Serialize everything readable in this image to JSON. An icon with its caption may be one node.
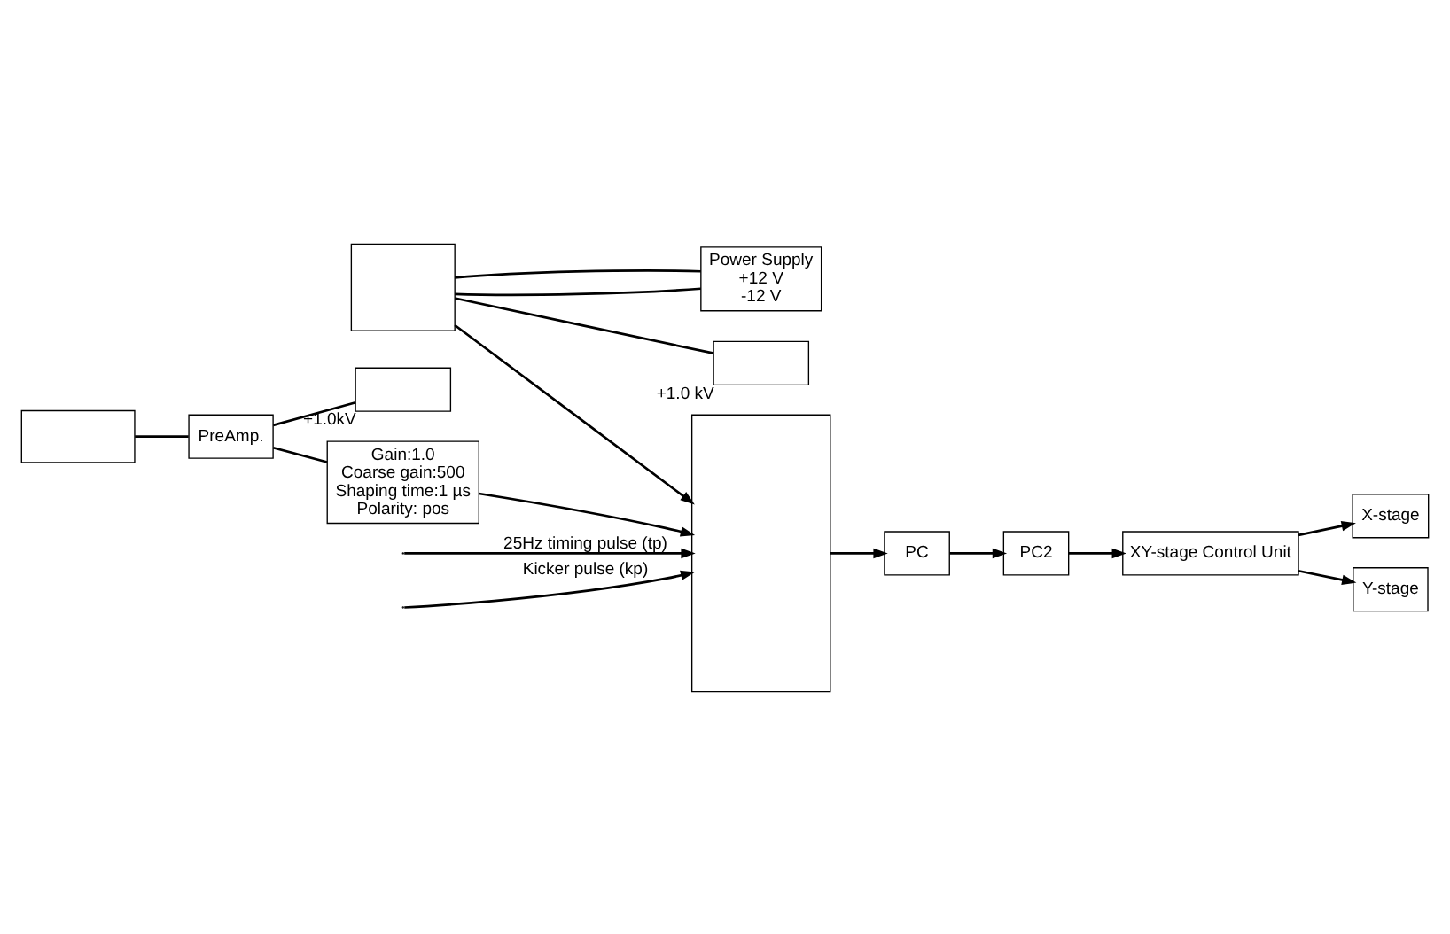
{
  "diagram": {
    "nodes": [
      {
        "text": [
          "X-stage"
        ]
      },
      {
        "text": [
          "Y-stage"
        ]
      },
      {
        "text": [
          "XY-stage Control Unit"
        ]
      },
      {
        "text": [
          "PC2"
        ]
      },
      {
        "text": [
          "PC"
        ]
      },
      {
        "text": [],
        "shape": "box"
      },
      {
        "text": [],
        "shape": "box"
      },
      {
        "text": [
          "Power Supply",
          "+12 V",
          "-12 V"
        ]
      },
      {
        "text": [],
        "shape": "box",
        "beside": [
          "+1.0 kV"
        ]
      },
      {
        "text": [],
        "shape": "box",
        "beside": [
          "+1.0kV"
        ]
      },
      {
        "text": [
          "Gain:1.0",
          "Coarse gain:500",
          "Shaping time:1 µs",
          "Polarity: pos"
        ]
      },
      {
        "text": [],
        "shape": "box"
      },
      {
        "text": [
          "PreAmp."
        ]
      }
    ],
    "edges": [
      {
        "from": 2,
        "to": 0,
        "arrow": "to"
      },
      {
        "from": 2,
        "to": 1,
        "arrow": "to"
      },
      {
        "from": 3,
        "to": 2,
        "arrow": "to"
      },
      {
        "from": 4,
        "to": 3,
        "arrow": "to"
      },
      {
        "from": 5,
        "to": 4,
        "arrow": "to"
      },
      {
        "from": null,
        "to": 5,
        "arrow": "to",
        "label": "25Hz timing pulse (tp)"
      },
      {
        "from": null,
        "to": 5,
        "arrow": "to",
        "label": "Kicker pulse (kp)"
      },
      {
        "from": 6,
        "to": 7,
        "arrow": "none"
      },
      {
        "from": 6,
        "to": 7,
        "arrow": "none"
      },
      {
        "from": 6,
        "to": 5,
        "arrow": "to"
      },
      {
        "from": 6,
        "to": 8,
        "arrow": "none"
      },
      {
        "from": 11,
        "to": 12,
        "arrow": "none"
      },
      {
        "from": 12,
        "to": 9,
        "arrow": "none"
      },
      {
        "from": 12,
        "to": 10,
        "arrow": "none"
      },
      {
        "from": 10,
        "to": 5,
        "arrow": "to"
      }
    ]
  }
}
